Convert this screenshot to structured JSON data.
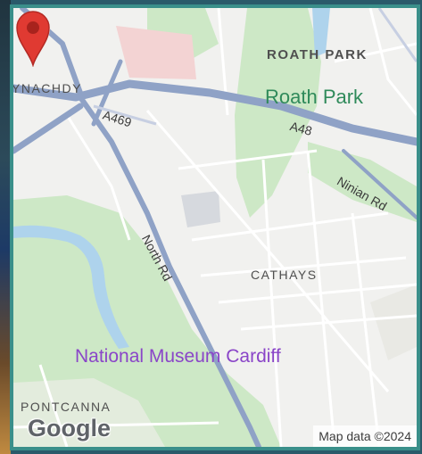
{
  "map": {
    "labels": {
      "roath_park_district": "ROATH PARK",
      "roath_park": "Roath Park",
      "ynachdy": "YNACHDY",
      "a469": "A469",
      "a48": "A48",
      "ninian_rd": "Ninian Rd",
      "north_rd": "North Rd",
      "cathays": "CATHAYS",
      "national_museum": "National Museum Cardiff",
      "pontcanna": "PONTCANNA"
    },
    "logo": "Google",
    "attribution": "Map data ©2024",
    "colors": {
      "park": "#cde8c6",
      "major_road": "#8fa2c6",
      "minor_road": "#ffffff",
      "water": "#aed3ec",
      "pin": "#e03a32",
      "poi": "#8a45c8"
    },
    "icons": {
      "marker": "location-pin-icon",
      "museum": "museum-icon"
    }
  }
}
